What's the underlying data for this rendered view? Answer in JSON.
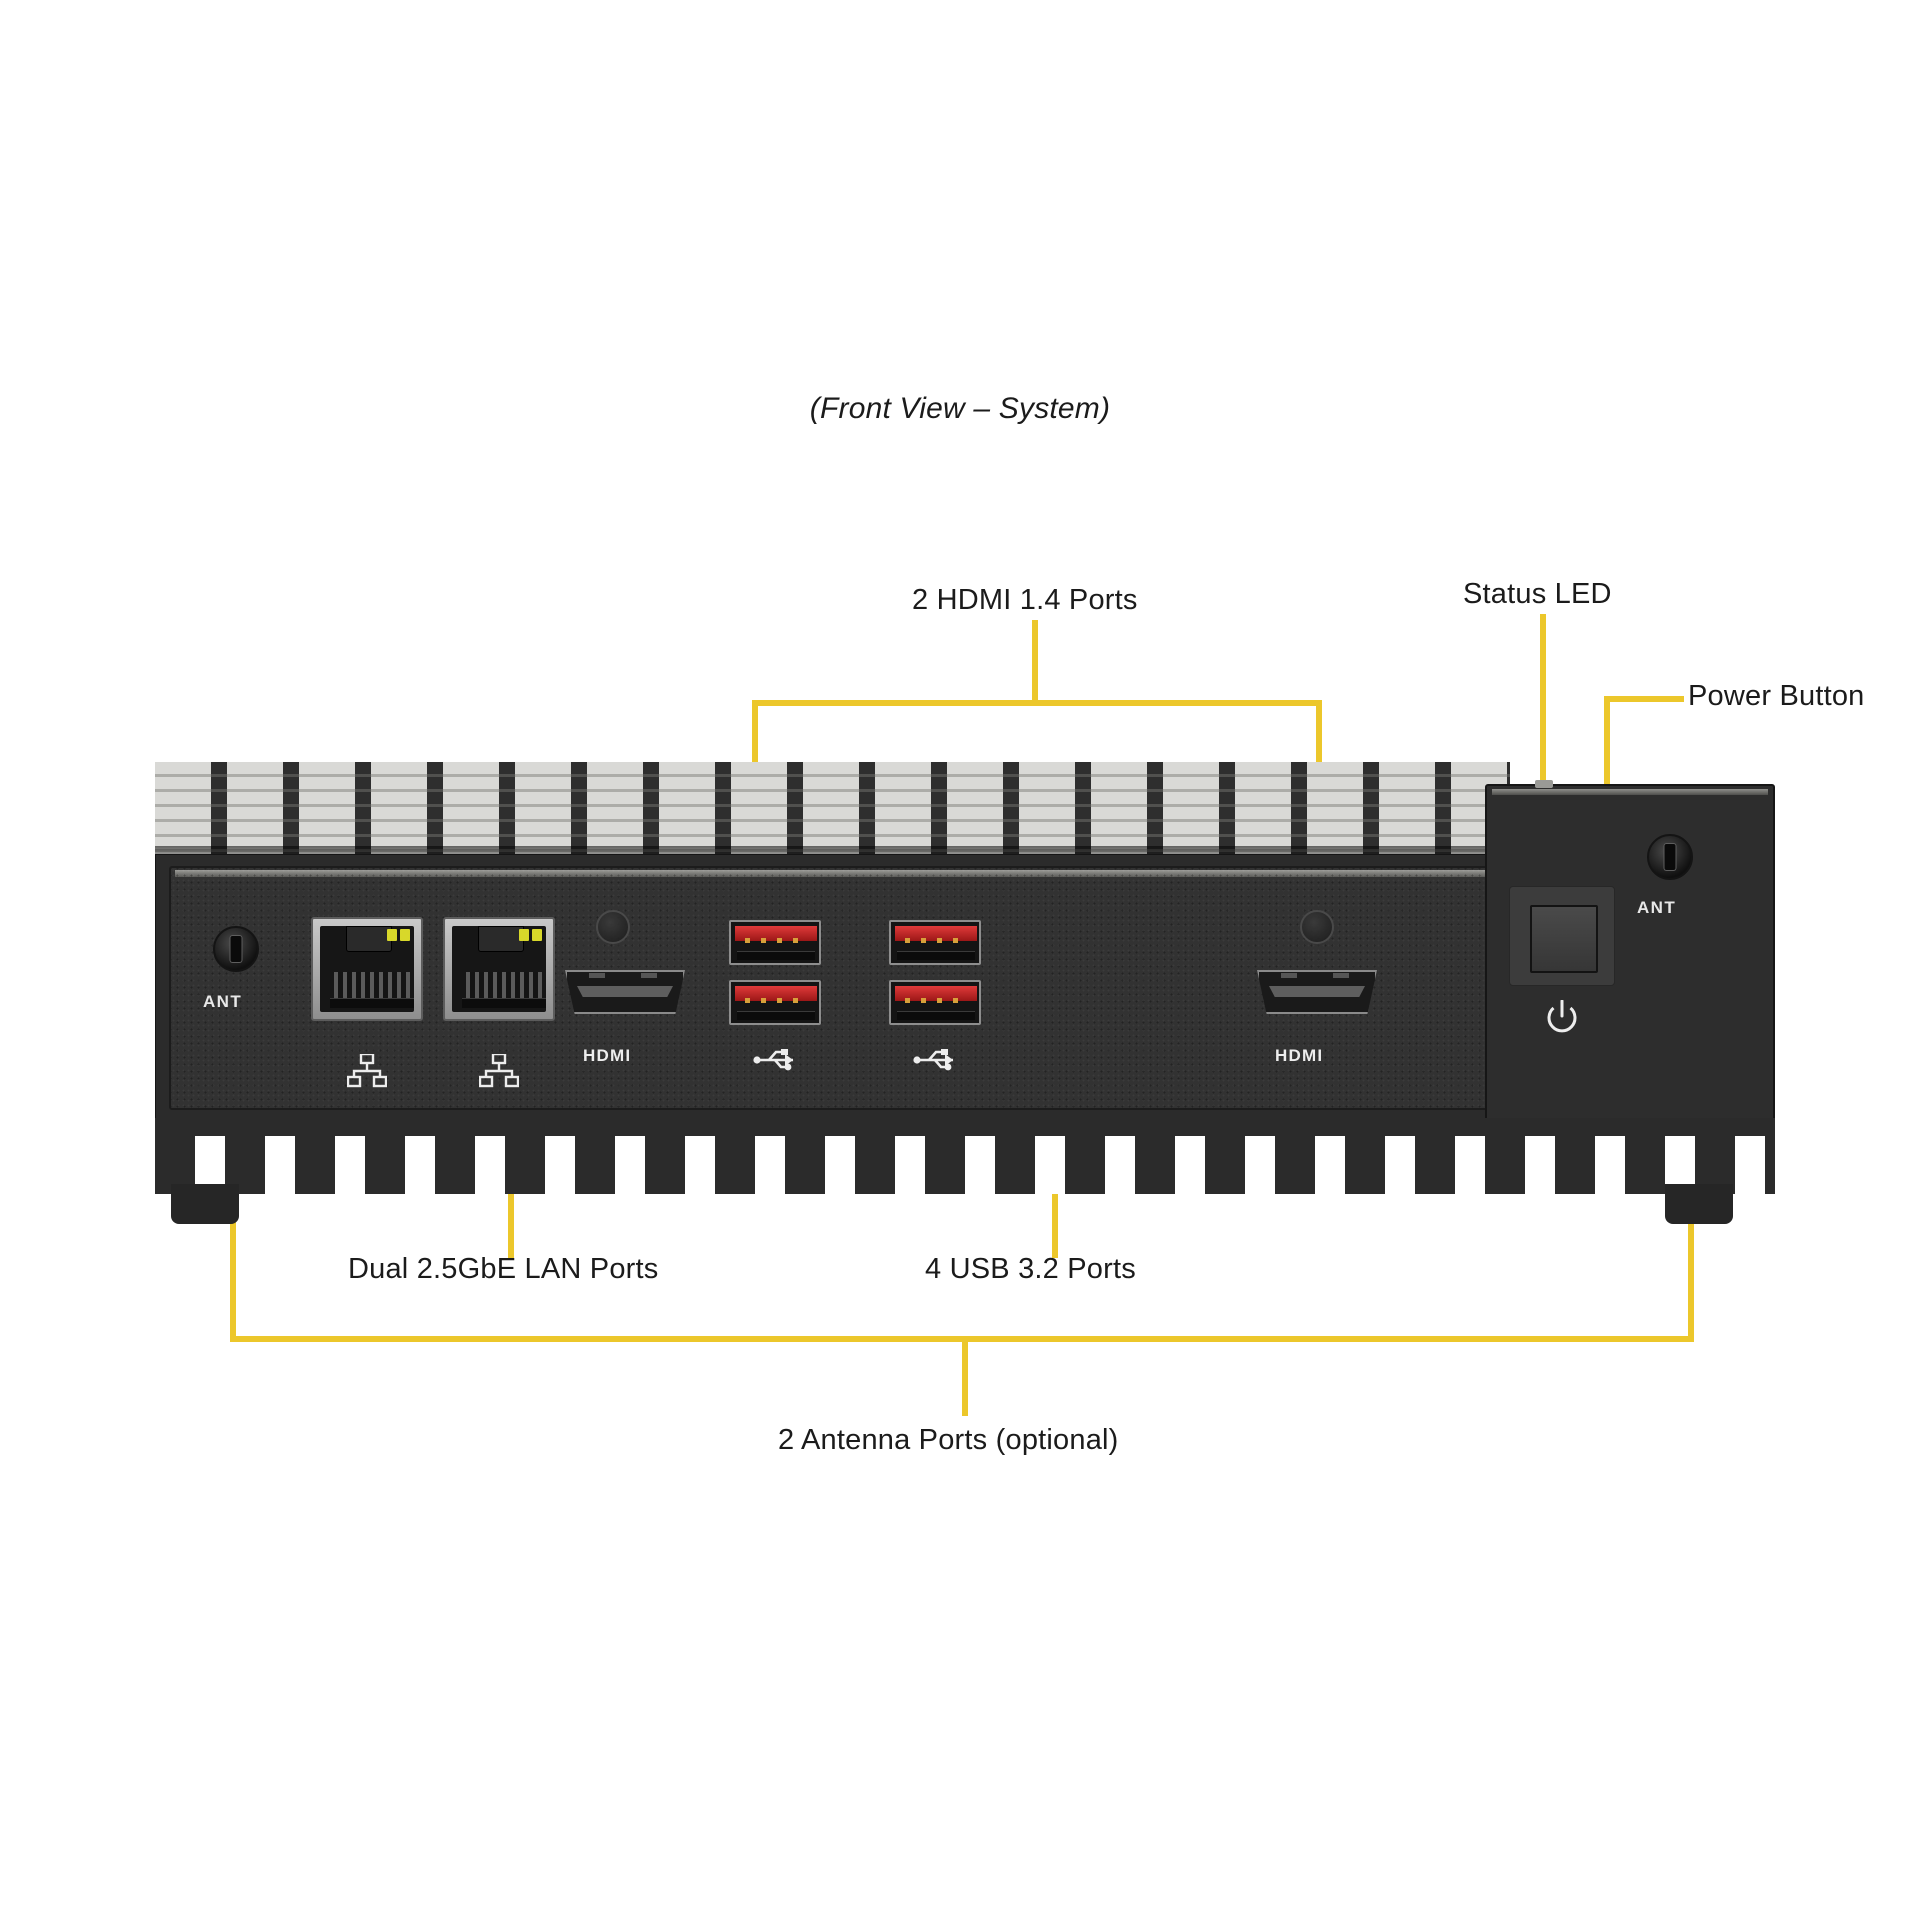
{
  "title": "(Front View – System)",
  "accent_color": "#ECC72B",
  "callouts": [
    {
      "id": "hdmi",
      "label": "2 HDMI 1.4 Ports"
    },
    {
      "id": "status",
      "label": "Status LED"
    },
    {
      "id": "power",
      "label": "Power Button"
    },
    {
      "id": "lan",
      "label": "Dual 2.5GbE LAN Ports"
    },
    {
      "id": "usb",
      "label": "4 USB 3.2 Ports"
    },
    {
      "id": "antenna",
      "label": "2 Antenna Ports (optional)"
    }
  ],
  "panel": {
    "ant_left_label": "ANT",
    "ant_right_label": "ANT",
    "hdmi_left_label": "HDMI",
    "hdmi_right_label": "HDMI",
    "icons": {
      "lan": "lan-network-icon",
      "usb": "usb-trident-icon",
      "power": "power-symbol-icon",
      "antenna": "antenna-coax-icon"
    }
  },
  "ports": {
    "lan_count": 2,
    "lan_speed": "2.5GbE",
    "usb_count": 4,
    "usb_version": "3.2",
    "hdmi_count": 2,
    "hdmi_version": "1.4",
    "antenna_count": 2,
    "antenna_optional": true
  }
}
